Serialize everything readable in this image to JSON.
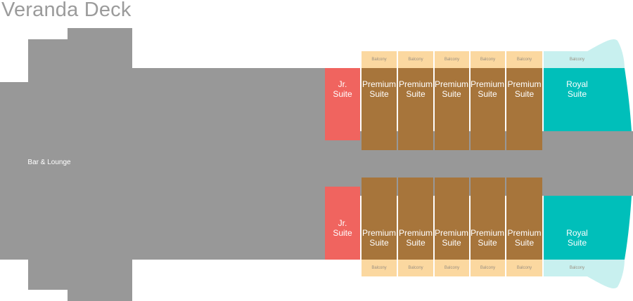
{
  "title": "Veranda Deck",
  "bar_lounge": "Bar & Lounge",
  "jr_suite_label": [
    "Jr.",
    "Suite"
  ],
  "premium_label": [
    "Premium",
    "Suite"
  ],
  "royal_label": [
    "Royal",
    "Suite"
  ],
  "balcony_label": "Balcony",
  "colors": {
    "hull": "#989898",
    "jr_suite": "#f0645f",
    "premium_suite": "#a7753b",
    "balcony": "#fbd8a0",
    "royal_suite": "#00bfba",
    "royal_balcony": "#c8f0ef",
    "title": "#9b9b9b"
  }
}
